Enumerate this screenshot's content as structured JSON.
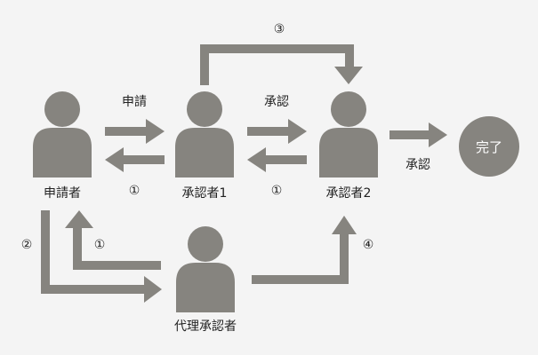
{
  "colors": {
    "background": "#f4f4f4",
    "shape": "#86847f",
    "text": "#222222",
    "completion_text": "#ffffff"
  },
  "actors": {
    "applicant": {
      "label": "申請者",
      "icon": "person-icon"
    },
    "approver1": {
      "label": "承認者1",
      "icon": "person-icon"
    },
    "approver2": {
      "label": "承認者2",
      "icon": "person-icon"
    },
    "proxy": {
      "label": "代理承認者",
      "icon": "person-icon"
    }
  },
  "completion": {
    "label": "完了"
  },
  "edge_labels": {
    "apply": "申請",
    "approve_1_to_2": "承認",
    "approve_final": "承認"
  },
  "step_markers": {
    "return_from_approver1": "①",
    "return_from_approver2": "①",
    "return_from_proxy": "①",
    "skip_to_approver2": "③",
    "to_proxy": "②",
    "proxy_to_approver2": "④"
  }
}
